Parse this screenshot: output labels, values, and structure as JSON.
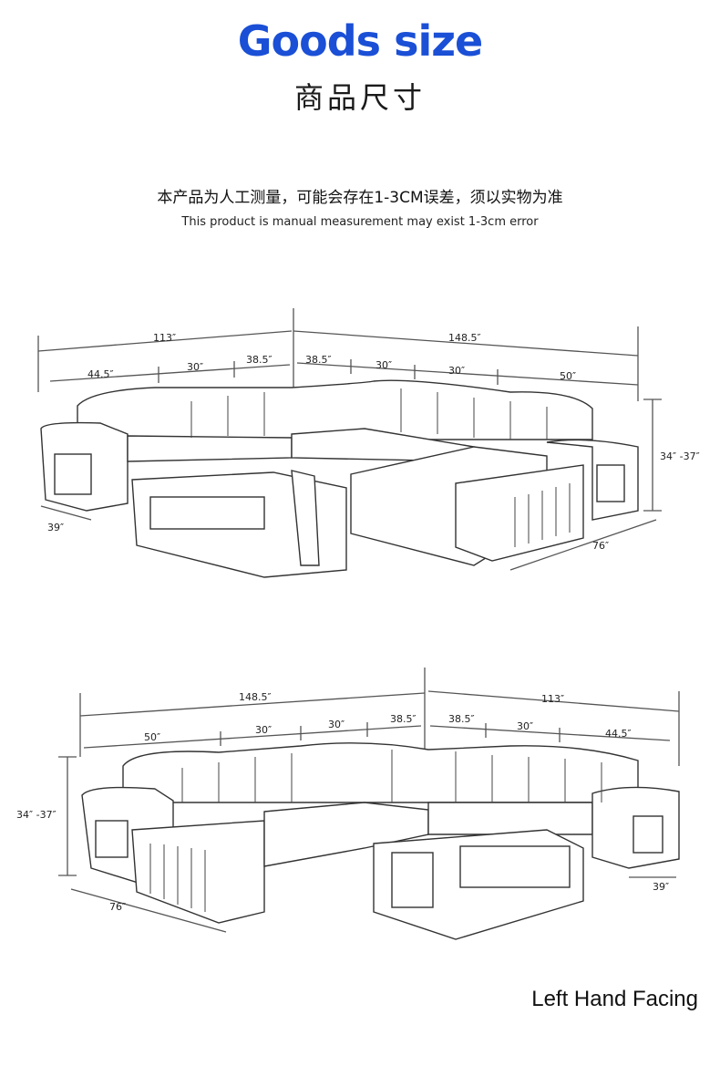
{
  "header": {
    "title_en": "Goods size",
    "title_cn": "商品尺寸",
    "title_color": "#1a4fd6"
  },
  "notes": {
    "cn": "本产品为人工测量，可能会存在1-3CM误差，须以实物为准",
    "en": "This product is manual measurement may exist 1-3cm error"
  },
  "diagram_top": {
    "left_total": "113″",
    "right_total": "148.5″",
    "left_seg_1": "44.5″",
    "left_seg_2": "30″",
    "left_seg_3": "38.5″",
    "right_seg_1": "38.5″",
    "right_seg_2": "30″",
    "right_seg_3": "30″",
    "right_seg_4": "50″",
    "height": "34″ -37″",
    "depth_left": "39″",
    "depth_right": "76″"
  },
  "diagram_bottom": {
    "left_total": "148.5″",
    "right_total": "113″",
    "left_seg_1": "50″",
    "left_seg_2": "30″",
    "left_seg_3": "30″",
    "left_seg_4": "38.5″",
    "right_seg_1": "38.5″",
    "right_seg_2": "30″",
    "right_seg_3": "44.5″",
    "height": "34″ -37″",
    "depth_left": "76″",
    "depth_right": "39″"
  },
  "footer": {
    "facing_label": "Left Hand Facing"
  }
}
